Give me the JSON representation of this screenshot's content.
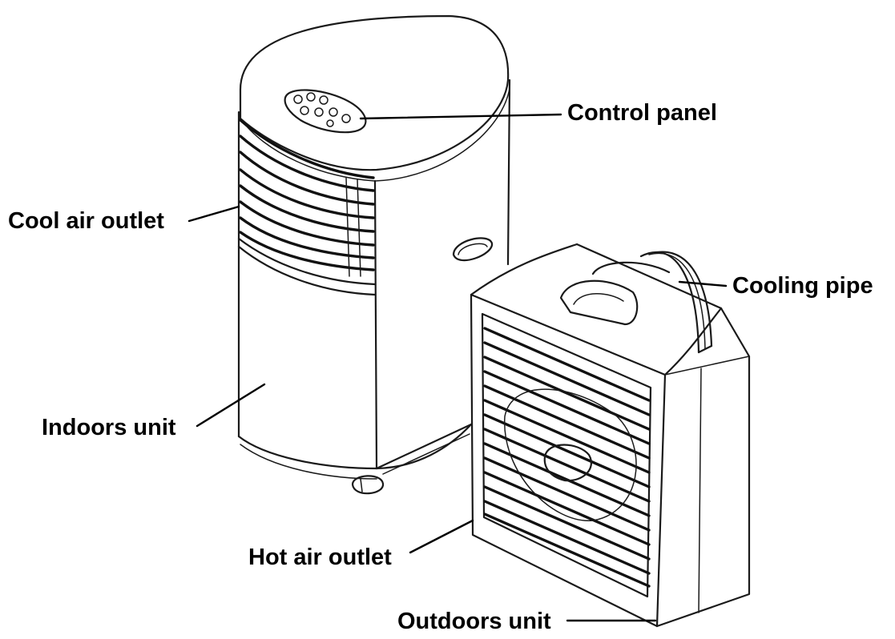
{
  "labels": {
    "control_panel": "Control panel",
    "cool_air_outlet": "Cool air outlet",
    "cooling_pipe": "Cooling pipe",
    "indoors_unit": "Indoors unit",
    "hot_air_outlet": "Hot air outlet",
    "outdoors_unit": "Outdoors unit"
  },
  "colors": {
    "ink": "#1a1a1a",
    "background": "#ffffff"
  }
}
